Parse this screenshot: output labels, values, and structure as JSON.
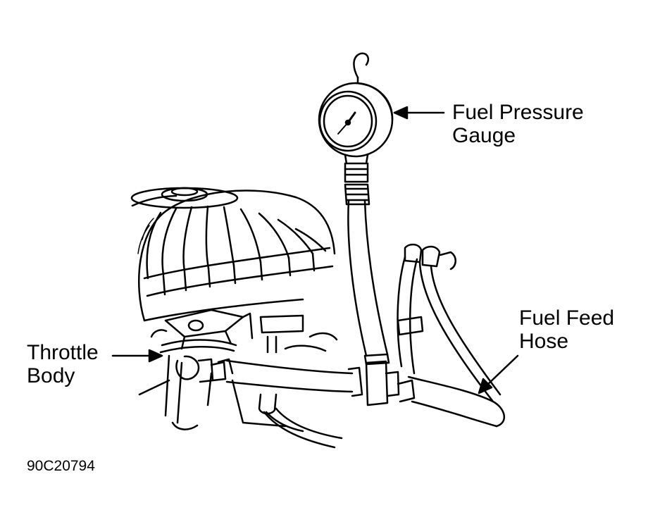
{
  "labels": {
    "fuel_pressure_gauge": {
      "line1": "Fuel Pressure",
      "line2": "Gauge"
    },
    "fuel_feed_hose": {
      "line1": "Fuel Feed",
      "line2": "Hose"
    },
    "throttle_body": {
      "line1": "Throttle",
      "line2": "Body"
    }
  },
  "figure_code": "90C20794",
  "colors": {
    "ink": "#000000",
    "paper": "#ffffff"
  }
}
